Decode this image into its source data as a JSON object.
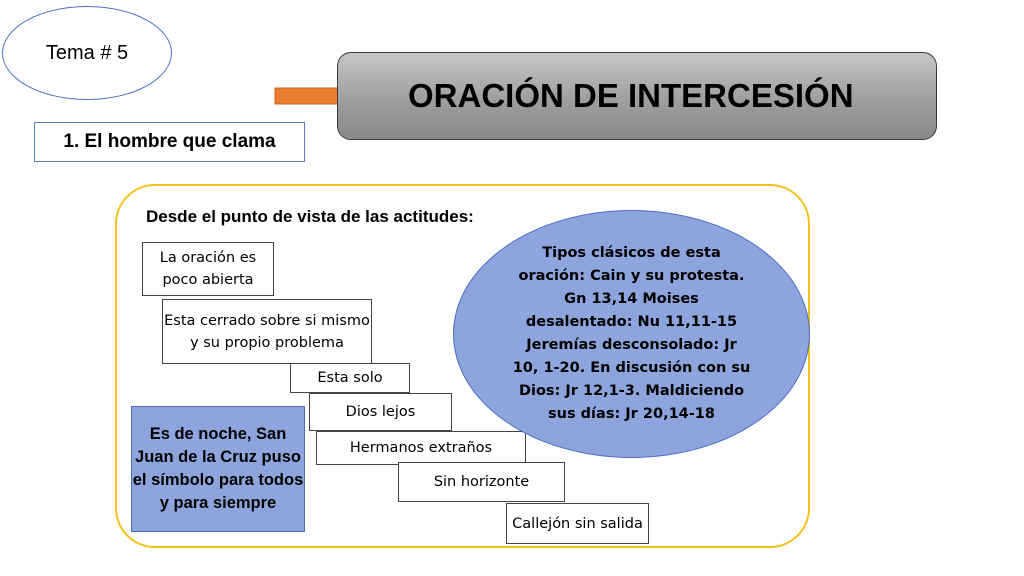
{
  "tema": "Tema # 5",
  "banner": {
    "title": "ORACIÓN DE INTERCESIÓN"
  },
  "subtitle": "1. El hombre que clama",
  "section_heading": "Desde el punto de vista de las actitudes:",
  "steps": [
    "La oración es poco abierta",
    "Esta cerrado sobre si mismo y su propio problema",
    "Esta solo",
    "Dios lejos",
    "Hermanos extraños",
    "Sin horizonte",
    "Callejón sin salida"
  ],
  "oval_text": "Tipos clásicos de esta oración: Cain y su protesta. Gn 13,14 Moises desalentado: Nu 11,11-15 Jeremías desconsolado: Jr 10, 1-20. En discusión con su Dios: Jr 12,1-3. Maldiciendo sus días: Jr 20,14-18",
  "night_text": "Es de noche, San Juan de la Cruz puso el símbolo para todos y para siempre",
  "colors": {
    "arrow": "#ed7d31",
    "frame": "#f2c21b",
    "oval": "#8ea4dc",
    "outline_blue": "#4a72c4"
  }
}
